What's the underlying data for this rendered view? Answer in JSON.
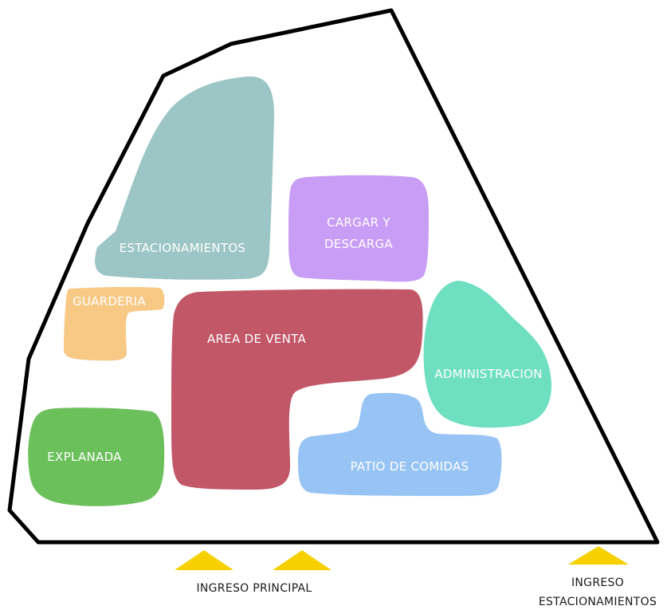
{
  "zones": {
    "estacionamientos": {
      "label": "ESTACIONAMIENTOS",
      "color": "#9cc5c5"
    },
    "carga": {
      "line1": "CARGAR Y",
      "line2": "DESCARGA",
      "color": "#c89df5"
    },
    "guarderia": {
      "label": "GUARDERIA",
      "color": "#f7c985"
    },
    "area_venta": {
      "label": "AREA DE VENTA",
      "color": "#c25768"
    },
    "administracion": {
      "label": "ADMINISTRACION",
      "color": "#6edfc0"
    },
    "explanada": {
      "label": "EXPLANADA",
      "color": "#6cc05c"
    },
    "patio_comidas": {
      "label": "PATIO DE COMIDAS",
      "color": "#97c4f5"
    }
  },
  "entrances": {
    "principal": {
      "label": "INGRESO PRINCIPAL",
      "color": "#f7d000"
    },
    "estacionamientos": {
      "line1": "INGRESO",
      "line2": "ESTACIONAMIENTOS",
      "color": "#f7d000"
    }
  },
  "site_outline_color": "#000000"
}
